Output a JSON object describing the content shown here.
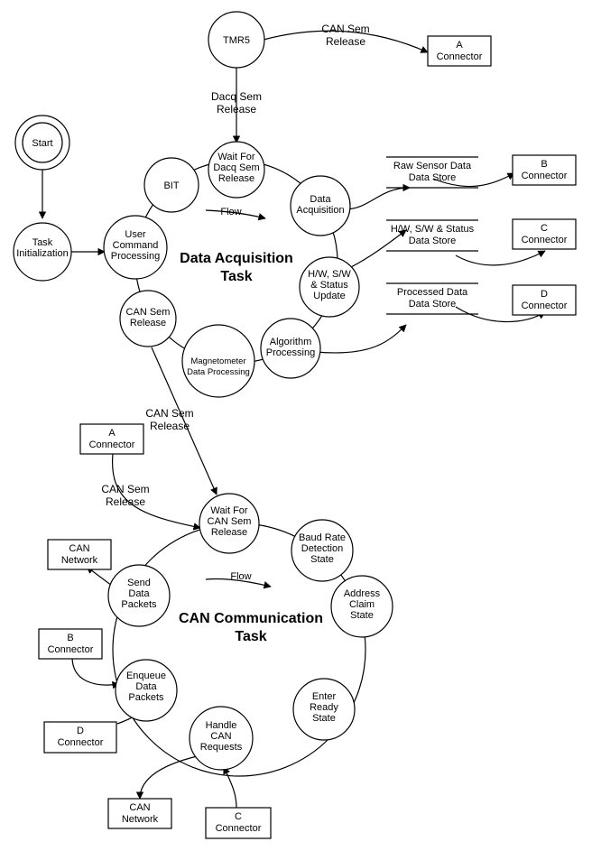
{
  "nodes": {
    "start": [
      "Start"
    ],
    "task_init": [
      "Task",
      "Initialization"
    ],
    "tmr5": [
      "TMR5"
    ],
    "wait_dacq": [
      "Wait For",
      "Dacq Sem",
      "Release"
    ],
    "bit": [
      "BIT"
    ],
    "data_acquisition": [
      "Data",
      "Acquisition"
    ],
    "user_command": [
      "User",
      "Command",
      "Processing"
    ],
    "hw_sw_status": [
      "H/W, S/W",
      "& Status",
      "Update"
    ],
    "can_sem_release": [
      "CAN Sem",
      "Release"
    ],
    "algorithm": [
      "Algorithm",
      "Processing"
    ],
    "magnetometer": [
      "Magnetometer",
      "Data Processing"
    ],
    "wait_can": [
      "Wait For",
      "CAN Sem",
      "Release"
    ],
    "baud_rate": [
      "Baud Rate",
      "Detection",
      "State"
    ],
    "send_data": [
      "Send",
      "Data",
      "Packets"
    ],
    "address_claim": [
      "Address",
      "Claim",
      "State"
    ],
    "enqueue": [
      "Enqueue",
      "Data",
      "Packets"
    ],
    "enter_ready": [
      "Enter",
      "Ready",
      "State"
    ],
    "handle_can": [
      "Handle",
      "CAN",
      "Requests"
    ]
  },
  "boxes": {
    "a_conn_top": [
      "A",
      "Connector"
    ],
    "b_conn_top": [
      "B",
      "Connector"
    ],
    "c_conn_top": [
      "C",
      "Connector"
    ],
    "d_conn_top": [
      "D",
      "Connector"
    ],
    "a_conn_mid": [
      "A",
      "Connector"
    ],
    "can_net_top": [
      "CAN",
      "Network"
    ],
    "b_conn_bot": [
      "B",
      "Connector"
    ],
    "d_conn_bot": [
      "D",
      "Connector"
    ],
    "can_net_bot": [
      "CAN",
      "Network"
    ],
    "c_conn_bot": [
      "C",
      "Connector"
    ]
  },
  "stores": {
    "raw_sensor": [
      "Raw Sensor Data",
      "Data Store"
    ],
    "hw_sw_store": [
      "H/W, S/W & Status",
      "Data Store"
    ],
    "processed": [
      "Processed Data",
      "Data Store"
    ]
  },
  "labels": {
    "can_sem_release_top": [
      "CAN Sem",
      "Release"
    ],
    "dacq_sem_release": [
      "Dacq Sem",
      "Release"
    ],
    "flow_upper": [
      "Flow"
    ],
    "flow_lower": [
      "Flow"
    ],
    "can_sem_release_mid": [
      "CAN Sem",
      "Release"
    ],
    "can_sem_release_a": [
      "CAN Sem",
      "Release"
    ]
  },
  "titles": {
    "data_acq_task": [
      "Data Acquisition",
      "Task"
    ],
    "can_comm_task": [
      "CAN Communication",
      "Task"
    ]
  }
}
